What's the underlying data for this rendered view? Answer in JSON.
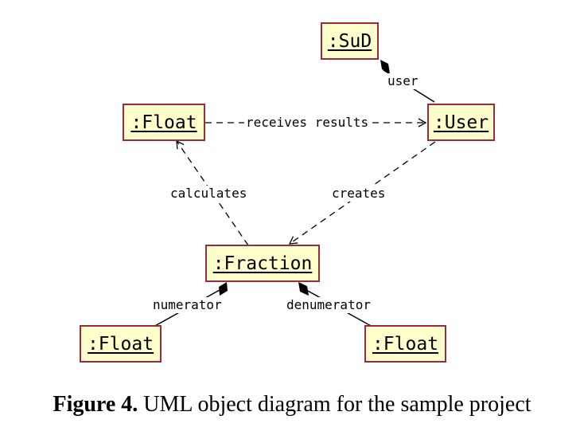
{
  "diagram": {
    "objects": {
      "sud": ":SuD",
      "user": ":User",
      "float_results": ":Float",
      "fraction": ":Fraction",
      "float_numerator": ":Float",
      "float_denumerator": ":Float"
    },
    "links": {
      "user": "user",
      "receives_results": "receives results",
      "calculates": "calculates",
      "creates": "creates",
      "numerator": "numerator",
      "denumerator": "denumerator"
    }
  },
  "caption": {
    "prefix": "Figure 4.",
    "text": "UML object diagram for the sample project"
  },
  "colors": {
    "object_fill": "#ffffcc",
    "object_border": "#9b2a3e",
    "line": "#000000"
  }
}
